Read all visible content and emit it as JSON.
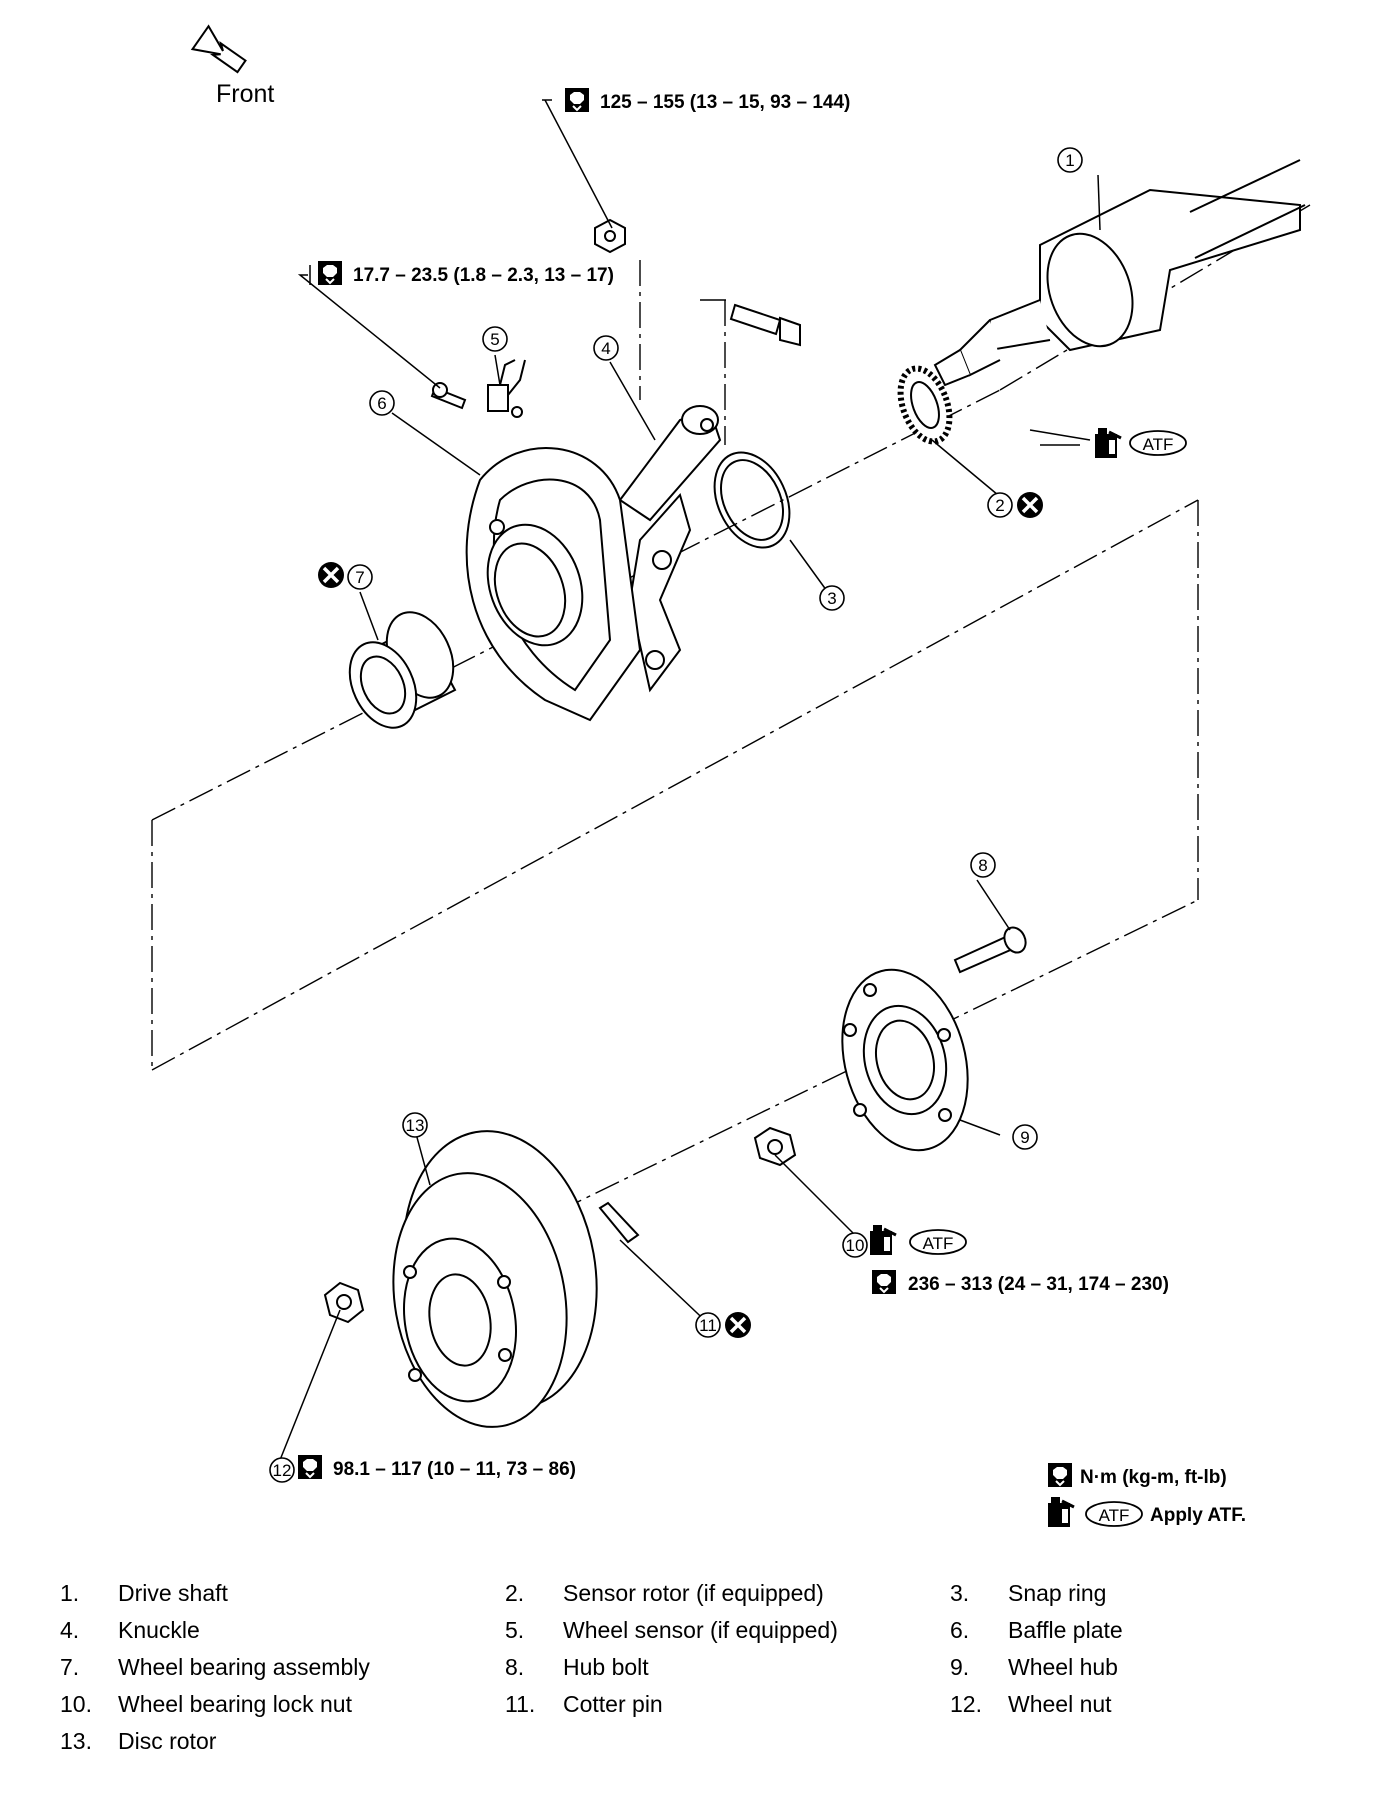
{
  "front_label": "Front",
  "torque": {
    "t1": "125 – 155 (13 – 15, 93 – 144)",
    "t2": "17.7 – 23.5 (1.8 – 2.3, 13 – 17)",
    "t3": "236 – 313 (24 – 31, 174 – 230)",
    "t4": "98.1 – 117 (10 – 11, 73 – 86)"
  },
  "atf": "ATF",
  "callouts": [
    "1",
    "2",
    "3",
    "4",
    "5",
    "6",
    "7",
    "8",
    "9",
    "10",
    "11",
    "12",
    "13"
  ],
  "legend": {
    "torque_unit": "N·m (kg-m, ft-lb)",
    "apply_atf": "Apply ATF."
  },
  "parts": [
    {
      "num": "1.",
      "name": "Drive shaft"
    },
    {
      "num": "2.",
      "name": "Sensor rotor (if equipped)"
    },
    {
      "num": "3.",
      "name": "Snap ring"
    },
    {
      "num": "4.",
      "name": "Knuckle"
    },
    {
      "num": "5.",
      "name": "Wheel sensor (if equipped)"
    },
    {
      "num": "6.",
      "name": "Baffle plate"
    },
    {
      "num": "7.",
      "name": "Wheel bearing assembly"
    },
    {
      "num": "8.",
      "name": "Hub bolt"
    },
    {
      "num": "9.",
      "name": "Wheel hub"
    },
    {
      "num": "10.",
      "name": "Wheel bearing lock nut"
    },
    {
      "num": "11.",
      "name": "Cotter pin"
    },
    {
      "num": "12.",
      "name": "Wheel nut"
    },
    {
      "num": "13.",
      "name": "Disc rotor"
    }
  ]
}
